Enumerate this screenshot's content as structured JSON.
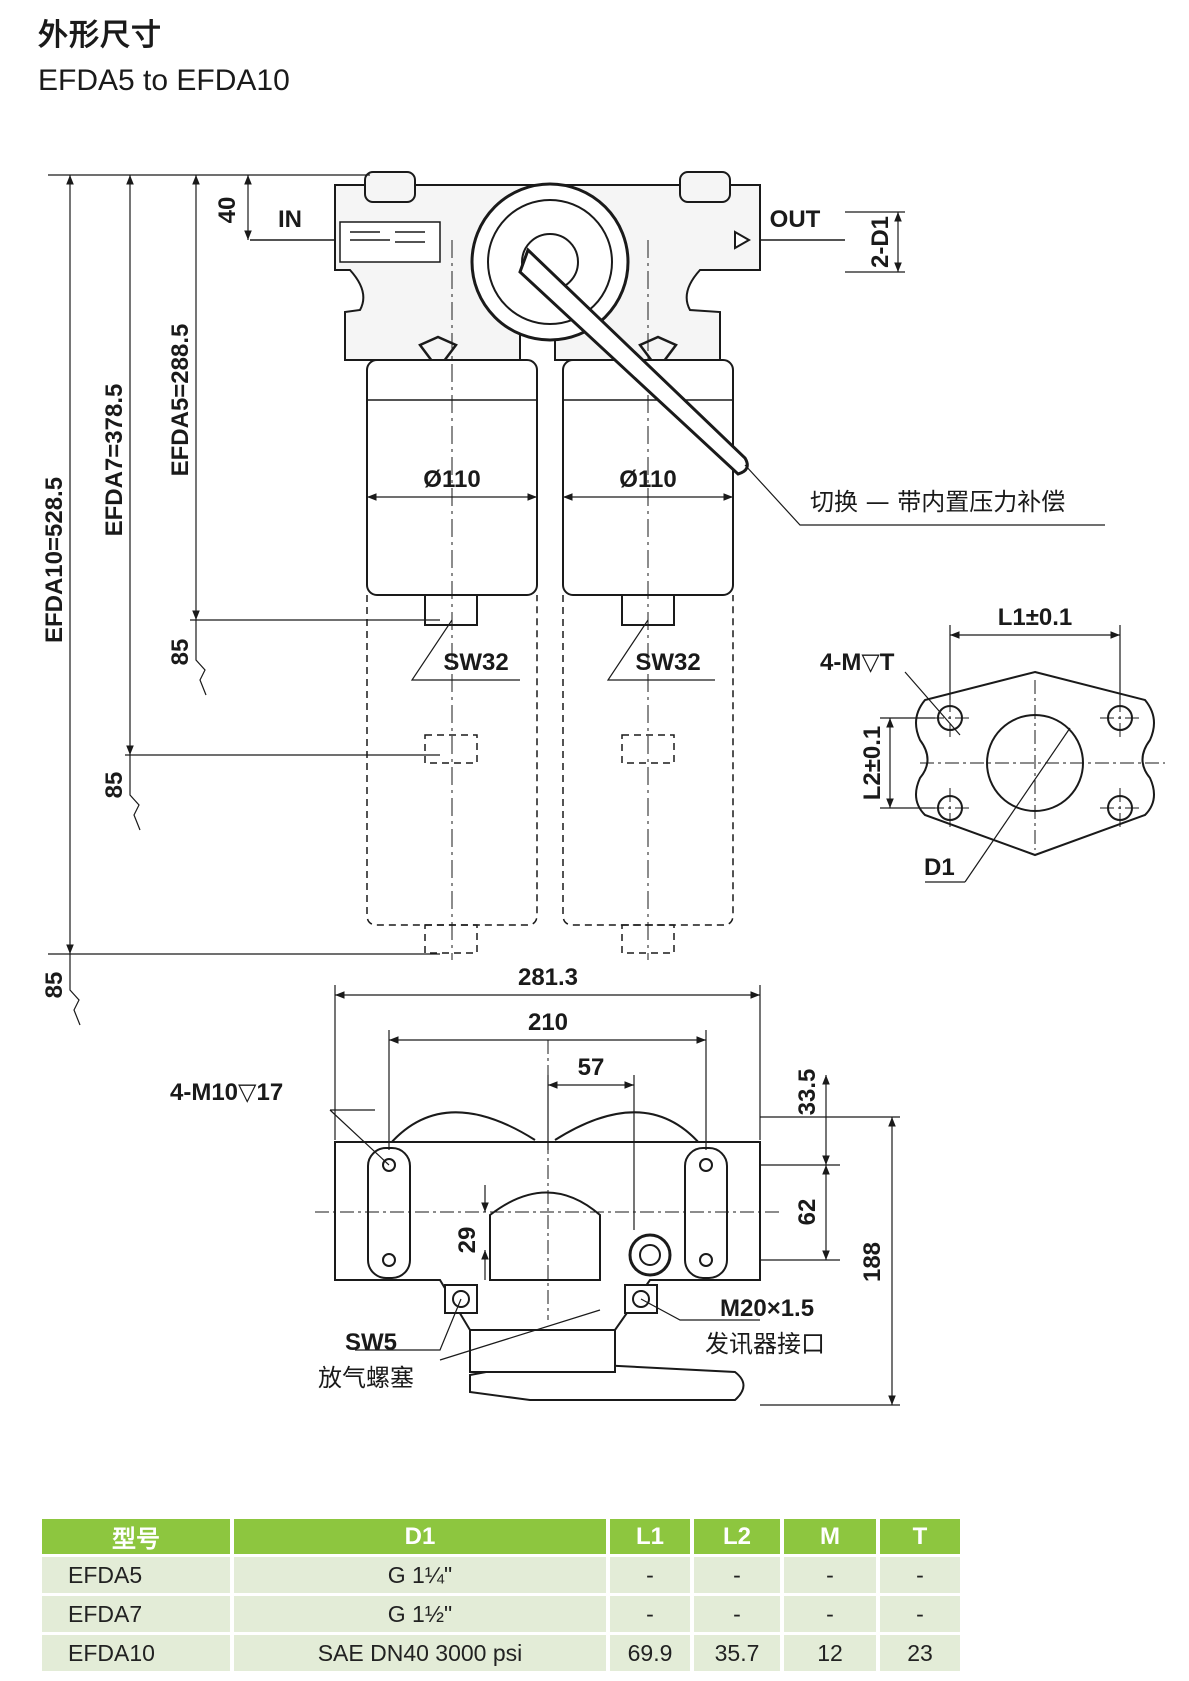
{
  "header": {
    "title_cn": "外形尺寸",
    "title_en": "EFDA5 to EFDA10"
  },
  "side_view": {
    "dims": {
      "top_offset": "40",
      "efda5": "EFDA5=288.5",
      "efda7": "EFDA7=378.5",
      "efda10": "EFDA10=528.5",
      "clearance_a": "85",
      "clearance_b": "85",
      "clearance_c": "85",
      "port_offset": "2-D1",
      "bowl_diameter_left": "Ø110",
      "bowl_diameter_right": "Ø110",
      "wrench_left": "SW32",
      "wrench_right": "SW32"
    },
    "labels": {
      "in": "IN",
      "out": "OUT",
      "handle_callout": "切换 — 带内置压力补偿"
    }
  },
  "flange_view": {
    "l1": "L1±0.1",
    "l2": "L2±0.1",
    "thread": "4-M▽T",
    "d1": "D1"
  },
  "top_view": {
    "dims": {
      "overall_width": "281.3",
      "mount_spacing": "210",
      "center_offset": "57",
      "mount_offset": "33.5",
      "mount_pitch": "62",
      "depth": "188",
      "port_height": "29"
    },
    "labels": {
      "mount_thread": "4-M10▽17",
      "vent_plug_size": "SW5",
      "vent_plug": "放气螺塞",
      "indicator_thread": "M20×1.5",
      "indicator_port": "发讯器接口"
    }
  },
  "table": {
    "headers": [
      "型号",
      "D1",
      "L1",
      "L2",
      "M",
      "T"
    ],
    "rows": [
      {
        "model": "EFDA5",
        "d1": "G 1¼\"",
        "l1": "-",
        "l2": "-",
        "m": "-",
        "t": "-"
      },
      {
        "model": "EFDA7",
        "d1": "G 1½\"",
        "l1": "-",
        "l2": "-",
        "m": "-",
        "t": "-"
      },
      {
        "model": "EFDA10",
        "d1": "SAE DN40 3000 psi",
        "l1": "69.9",
        "l2": "35.7",
        "m": "12",
        "t": "23"
      }
    ]
  },
  "colors": {
    "header_green": "#8dc63f",
    "cell_bg": "#e3ecd7",
    "line": "#1a1a1a"
  }
}
